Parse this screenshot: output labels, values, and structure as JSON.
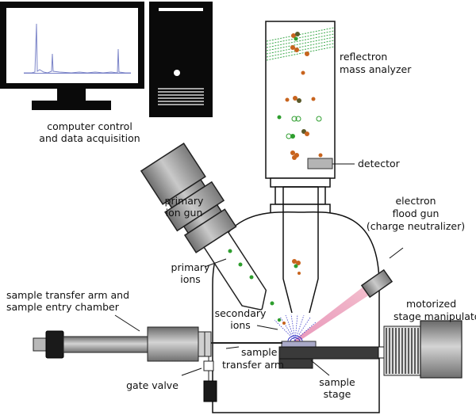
{
  "labels": {
    "computer_line1": "computer control",
    "computer_line2": "and data acquisition",
    "reflectron_line1": "reflectron",
    "reflectron_line2": "mass analyzer",
    "detector": "detector",
    "primary_gun_line1": "primary",
    "primary_gun_line2": "ion gun",
    "electron_gun_line1": "electron",
    "electron_gun_line2": "flood gun",
    "electron_gun_line3": "(charge neutralizer)",
    "primary_ions_line1": "primary",
    "primary_ions_line2": "ions",
    "secondary_ions_line1": "secondary",
    "secondary_ions_line2": "ions",
    "transfer_arm_line1": "sample transfer arm and",
    "transfer_arm_line2": "sample entry chamber",
    "sample_transfer_line1": "sample",
    "sample_transfer_line2": "transfer arm",
    "motorized_line1": "motorized",
    "motorized_line2": "stage manipulator",
    "gate_valve": "gate valve",
    "sample_stage_line1": "sample",
    "sample_stage_line2": "stage"
  },
  "colors": {
    "ion_orange": "#c8641e",
    "ion_green": "#2e9e2e",
    "metal_grey": "#b4b4b4",
    "dark": "#2b2b2b",
    "beam_pink": "#e8a0b4",
    "secondary_blue": "#3a3ac8"
  }
}
